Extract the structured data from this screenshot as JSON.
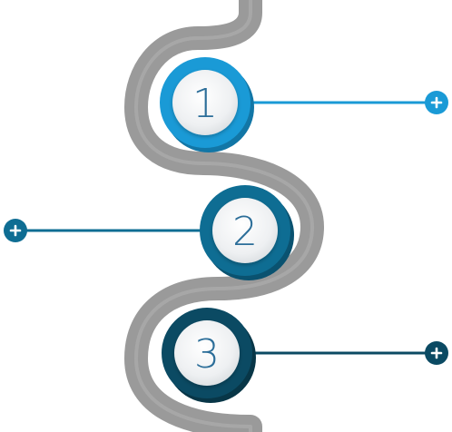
{
  "steps": [
    {
      "label": "1",
      "color": "#1a9ad6",
      "shadow": "#1276a6",
      "connector_side": "right",
      "connector_icon": "plus-icon"
    },
    {
      "label": "2",
      "color": "#0e6d93",
      "shadow": "#0a5270",
      "connector_side": "left",
      "connector_icon": "plus-icon"
    },
    {
      "label": "3",
      "color": "#0b4a63",
      "shadow": "#083647",
      "connector_side": "right",
      "connector_icon": "plus-icon"
    }
  ],
  "colors": {
    "path": "#9a9a9a",
    "path_highlight": "#b8b8b8",
    "center": "#eef0f2",
    "number_text": "#2c6e99"
  }
}
